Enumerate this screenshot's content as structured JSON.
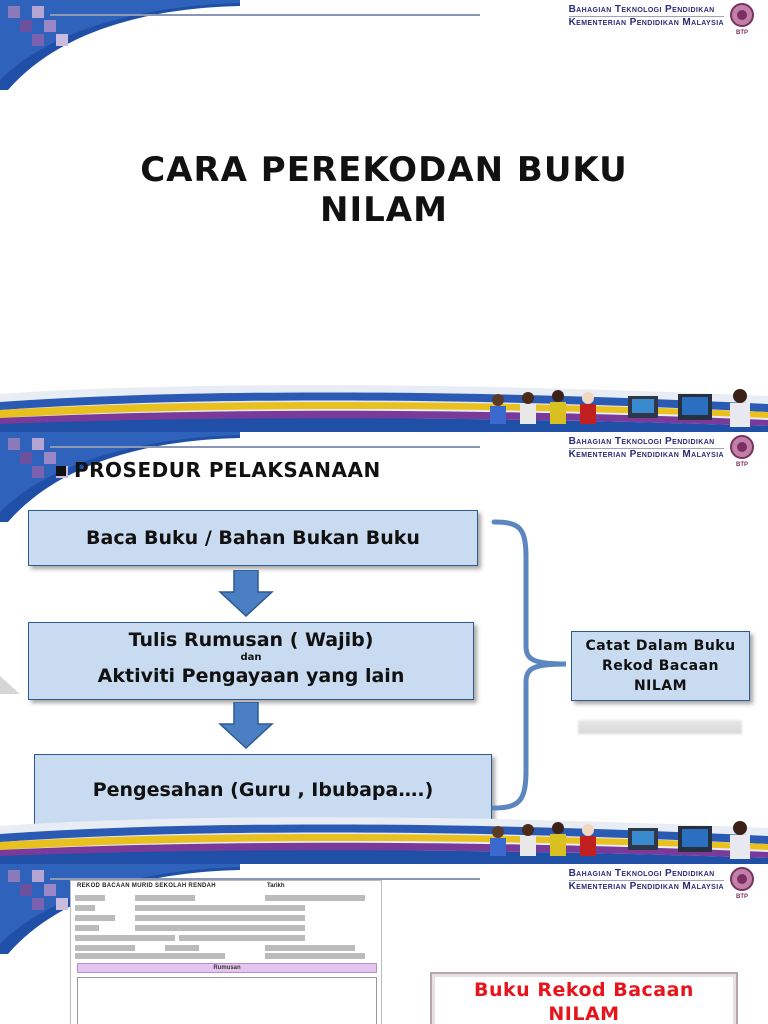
{
  "header": {
    "org_line1": "Bahagian Teknologi Pendidikan",
    "org_line2": "Kementerian Pendidikan Malaysia",
    "logo_text": "BTP"
  },
  "slide1": {
    "title_line1": "CARA PEREKODAN BUKU",
    "title_line2": "NILAM"
  },
  "slide2": {
    "heading": "PROSEDUR PELAKSANAAN",
    "steps": [
      "Baca Buku / Bahan Bukan Buku",
      "Tulis Rumusan ( Wajib)",
      "dan",
      "Aktiviti Pengayaan yang lain",
      "Pengesahan  (Guru , Ibubapa….)"
    ],
    "side_box": [
      "Catat Dalam Buku",
      "Rekod Bacaan",
      "NILAM"
    ]
  },
  "slide3": {
    "form_title": "REKOD BACAAN MURID SEKOLAH RENDAH",
    "form_date_label": "Tarikh",
    "form_section": "Rumusan",
    "label_line1": "Buku Rekod Bacaan",
    "label_line2": "NILAM"
  },
  "colors": {
    "box_fill": "#c8dbf0",
    "box_border": "#2e5a8e",
    "brace": "#5b86c0",
    "arrow": "#4a7fc4",
    "title_red": "#e8141c",
    "swoosh_blue": "#1f4fa6"
  }
}
